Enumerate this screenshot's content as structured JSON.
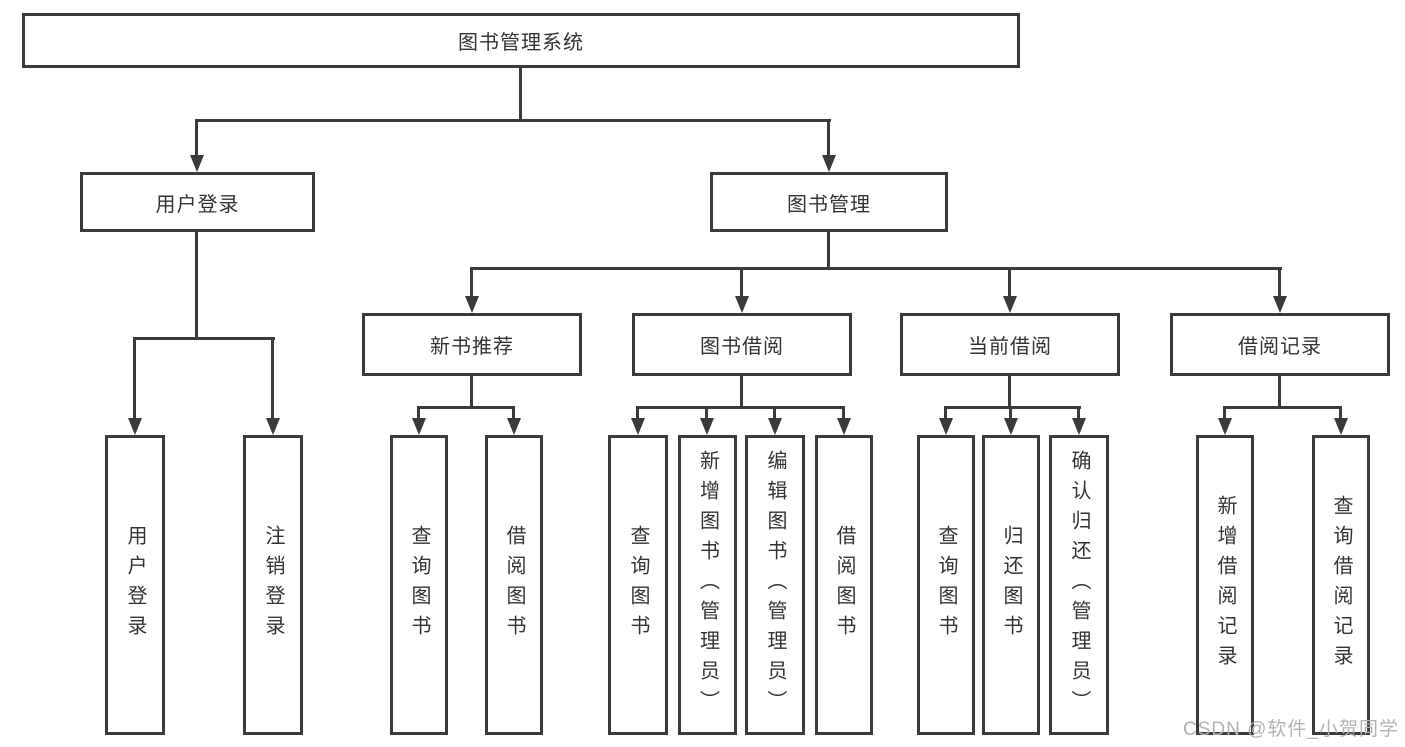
{
  "root": {
    "label": "图书管理系统"
  },
  "login": {
    "label": "用户登录",
    "leaves": [
      {
        "label": "用户登录"
      },
      {
        "label": "注销登录"
      }
    ]
  },
  "management": {
    "label": "图书管理",
    "sections": [
      {
        "label": "新书推荐",
        "leaves": [
          {
            "label": "查询图书"
          },
          {
            "label": "借阅图书"
          }
        ]
      },
      {
        "label": "图书借阅",
        "leaves": [
          {
            "label": "查询图书"
          },
          {
            "label": "新增图书（管理员）"
          },
          {
            "label": "编辑图书（管理员）"
          },
          {
            "label": "借阅图书"
          }
        ]
      },
      {
        "label": "当前借阅",
        "leaves": [
          {
            "label": "查询图书"
          },
          {
            "label": "归还图书"
          },
          {
            "label": "确认归还（管理员）"
          }
        ]
      },
      {
        "label": "借阅记录",
        "leaves": [
          {
            "label": "新增借阅记录"
          },
          {
            "label": "查询借阅记录"
          }
        ]
      }
    ]
  },
  "watermark": {
    "text": "CSDN @软件_小贺同学"
  },
  "colors": {
    "line": "#3a3a3a",
    "text": "#333333",
    "background": "#ffffff",
    "watermark": "#b2b2b2"
  }
}
